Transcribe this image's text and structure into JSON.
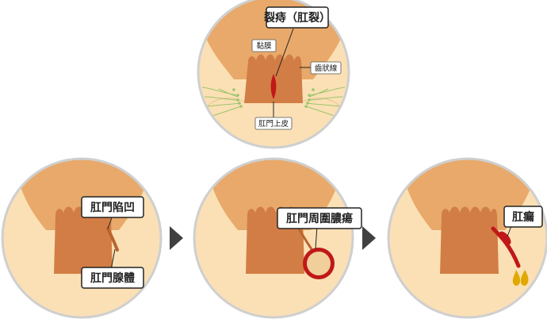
{
  "panels": {
    "top": {
      "title": "裂痔（肛裂）",
      "mucosa": "黏膜",
      "dentate_line": "齒狀線",
      "anal_skin": "肛門上皮"
    },
    "bottom_left": {
      "crypt": "肛門陷凹",
      "gland": "肛門腺體"
    },
    "bottom_middle": {
      "abscess": "肛門周圍膿瘍"
    },
    "bottom_right": {
      "fistula": "肛瘺"
    }
  },
  "colors": {
    "skin": "#fbe0b5",
    "muscle": "#e8a96a",
    "canal": "#d27d45",
    "canal_dark": "#b8642f",
    "lesion": "#c01818",
    "abscess": "#f1cf9a",
    "discharge": "#e0a800",
    "circle_border": "#cfcfcf",
    "nerve": "#9bc46a",
    "arrow": "#404040"
  },
  "icons": [
    "arrow-right-icon",
    "arrow-right-icon"
  ]
}
